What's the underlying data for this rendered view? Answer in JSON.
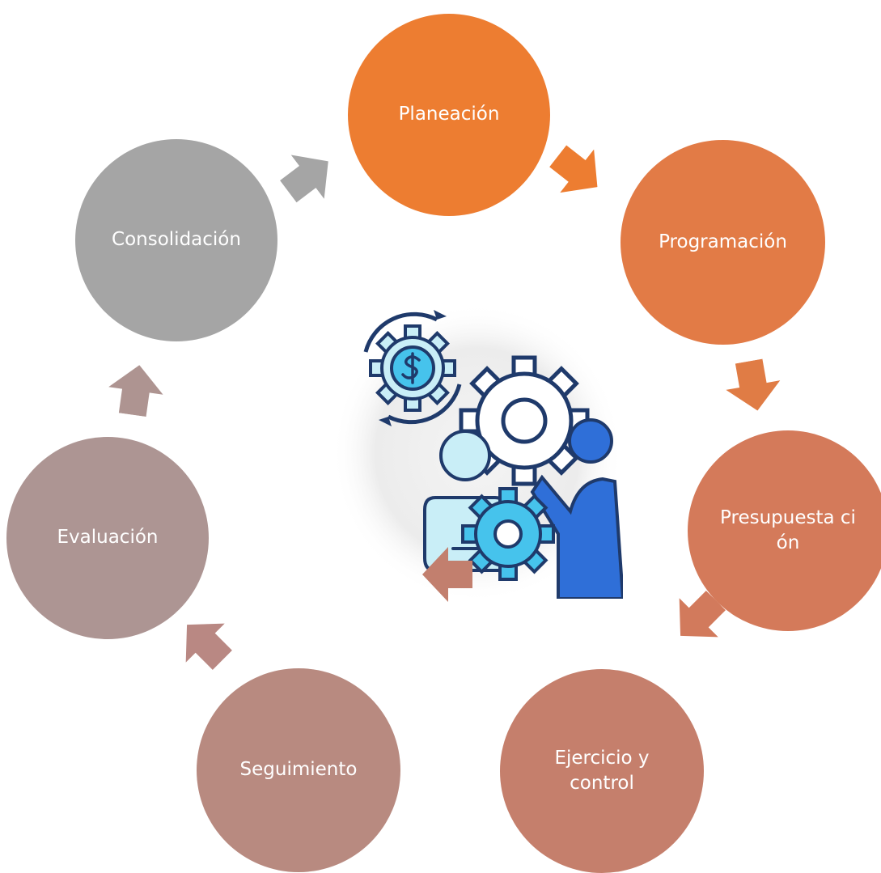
{
  "diagram": {
    "nodes": [
      {
        "id": "planeacion",
        "label": "Planeación",
        "color": "#ED7D31"
      },
      {
        "id": "programacion",
        "label": "Programación",
        "color": "#E27B46"
      },
      {
        "id": "presupuestacion",
        "label": "Presupuesta ción",
        "color": "#D47A5A"
      },
      {
        "id": "ejercicio",
        "label": "Ejercicio y control",
        "color": "#C57F6C"
      },
      {
        "id": "seguimiento",
        "label": "Seguimiento",
        "color": "#B88A80"
      },
      {
        "id": "evaluacion",
        "label": "Evaluación",
        "color": "#AD9593"
      },
      {
        "id": "consolidacion",
        "label": "Consolidación",
        "color": "#A5A5A5"
      }
    ],
    "arrow_colors": [
      "#ED7D31",
      "#E07C45",
      "#D27A5C",
      "#C27F6E",
      "#B98883",
      "#AE9491",
      "#A5A5A5"
    ],
    "center_illustration": {
      "icons": [
        "dollar-gear-icon",
        "gear-icon",
        "person-icon",
        "presenter-icon"
      ],
      "colors": {
        "light": "#C9EEF7",
        "mid": "#46C3EC",
        "dark": "#1F3A6B",
        "accent": "#2F6FD8"
      }
    }
  }
}
